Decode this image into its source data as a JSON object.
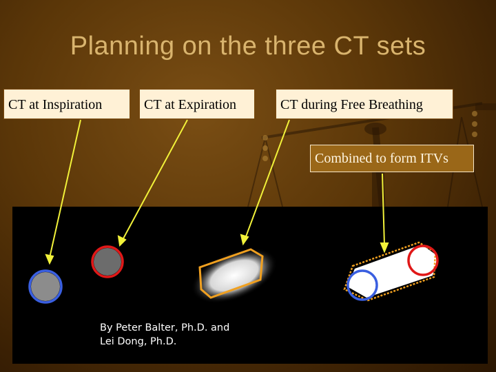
{
  "slide": {
    "title": "Planning on the three CT sets",
    "labels": {
      "inspiration": "CT at Inspiration",
      "expiration": "CT at Expiration",
      "free_breathing": "CT during Free Breathing",
      "combined": "Combined to form ITVs"
    },
    "credit_line1": "By Peter Balter, Ph.D. and",
    "credit_line2": "Lei Dong, Ph.D."
  },
  "colors": {
    "title": "#d9b46e",
    "label_bg": "#fff1d6",
    "combined_bg": "#9a6718",
    "arrow": "#f2f23a",
    "inspiration_contour": "#3a5fe0",
    "expiration_contour": "#e01818",
    "free_breathing_contour": "#f0a020"
  },
  "icons": [
    "scale-of-justice-background"
  ]
}
